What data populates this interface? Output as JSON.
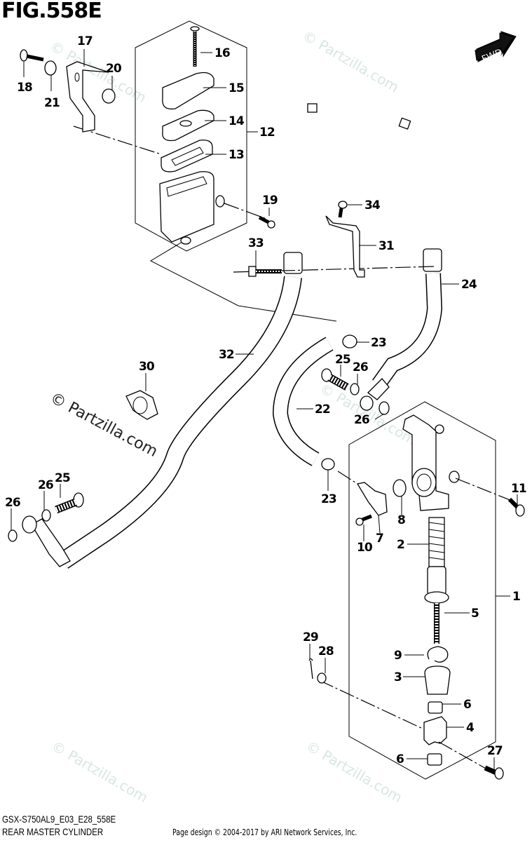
{
  "figure": {
    "title": "FIG.558E",
    "model_code": "GSX-S750AL9_E03_E28_558E",
    "name": "REAR MASTER CYLINDER",
    "copyright": "Page design © 2004-2017 by ARI Network Services, Inc.",
    "direction_badge": "FWD",
    "watermark": "© Partzilla.com"
  },
  "callouts": [
    {
      "id": "c1",
      "label": "1",
      "part": "rear-master-cylinder-assy"
    },
    {
      "id": "c2",
      "label": "2",
      "part": "spring"
    },
    {
      "id": "c3",
      "label": "3",
      "part": "boot"
    },
    {
      "id": "c4",
      "label": "4",
      "part": "clevis-joint"
    },
    {
      "id": "c5",
      "label": "5",
      "part": "piston-rod"
    },
    {
      "id": "c6a",
      "label": "6",
      "part": "nut-upper"
    },
    {
      "id": "c6b",
      "label": "6",
      "part": "nut-lower"
    },
    {
      "id": "c7",
      "label": "7",
      "part": "connector"
    },
    {
      "id": "c8",
      "label": "8",
      "part": "o-ring"
    },
    {
      "id": "c9",
      "label": "9",
      "part": "circlip"
    },
    {
      "id": "c10",
      "label": "10",
      "part": "screw"
    },
    {
      "id": "c11",
      "label": "11",
      "part": "bolt"
    },
    {
      "id": "c12",
      "label": "12",
      "part": "reservoir-assy"
    },
    {
      "id": "c13",
      "label": "13",
      "part": "diaphragm"
    },
    {
      "id": "c14",
      "label": "14",
      "part": "plate"
    },
    {
      "id": "c15",
      "label": "15",
      "part": "cap"
    },
    {
      "id": "c16",
      "label": "16",
      "part": "screw"
    },
    {
      "id": "c17",
      "label": "17",
      "part": "bracket"
    },
    {
      "id": "c18",
      "label": "18",
      "part": "bolt"
    },
    {
      "id": "c19",
      "label": "19",
      "part": "bolt"
    },
    {
      "id": "c20",
      "label": "20",
      "part": "collar"
    },
    {
      "id": "c21",
      "label": "21",
      "part": "cushion"
    },
    {
      "id": "c22",
      "label": "22",
      "part": "reservoir-hose"
    },
    {
      "id": "c23a",
      "label": "23",
      "part": "clamp-upper"
    },
    {
      "id": "c23b",
      "label": "23",
      "part": "clamp-lower"
    },
    {
      "id": "c24",
      "label": "24",
      "part": "brake-hose"
    },
    {
      "id": "c25a",
      "label": "25",
      "part": "union-bolt-center"
    },
    {
      "id": "c25b",
      "label": "25",
      "part": "union-bolt-left"
    },
    {
      "id": "c26a",
      "label": "26",
      "part": "gasket-center-1"
    },
    {
      "id": "c26b",
      "label": "26",
      "part": "gasket-center-2"
    },
    {
      "id": "c26c",
      "label": "26",
      "part": "gasket-left-1"
    },
    {
      "id": "c26d",
      "label": "26",
      "part": "gasket-left-2"
    },
    {
      "id": "c27",
      "label": "27",
      "part": "pin"
    },
    {
      "id": "c28",
      "label": "28",
      "part": "washer"
    },
    {
      "id": "c29",
      "label": "29",
      "part": "cotter-pin"
    },
    {
      "id": "c30",
      "label": "30",
      "part": "hose-clamp"
    },
    {
      "id": "c31",
      "label": "31",
      "part": "hose-bracket"
    },
    {
      "id": "c32",
      "label": "32",
      "part": "brake-hose"
    },
    {
      "id": "c33",
      "label": "33",
      "part": "bolt"
    },
    {
      "id": "c34",
      "label": "34",
      "part": "bolt"
    }
  ]
}
